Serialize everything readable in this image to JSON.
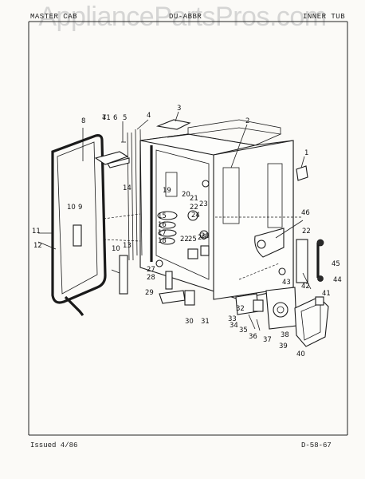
{
  "watermark": "AppliancePartsPros.com",
  "header": {
    "left": "MASTER CAB",
    "center": "DU-ABBR",
    "right": "INNER TUB"
  },
  "footer": {
    "issued": "Issued 4/86",
    "doc_code": "D-58-67"
  },
  "callouts": [
    "1",
    "2",
    "3",
    "4",
    "5",
    "6",
    "7",
    "8",
    "9",
    "10",
    "10",
    "11",
    "12",
    "13",
    "14",
    "15",
    "16",
    "17",
    "18",
    "19",
    "20",
    "21",
    "22",
    "22",
    "22",
    "23",
    "24",
    "25",
    "25",
    "26",
    "27",
    "28",
    "29",
    "30",
    "31",
    "32",
    "33",
    "34",
    "35",
    "36",
    "37",
    "38",
    "39",
    "40",
    "41",
    "41",
    "42",
    "43",
    "44",
    "45",
    "46"
  ]
}
